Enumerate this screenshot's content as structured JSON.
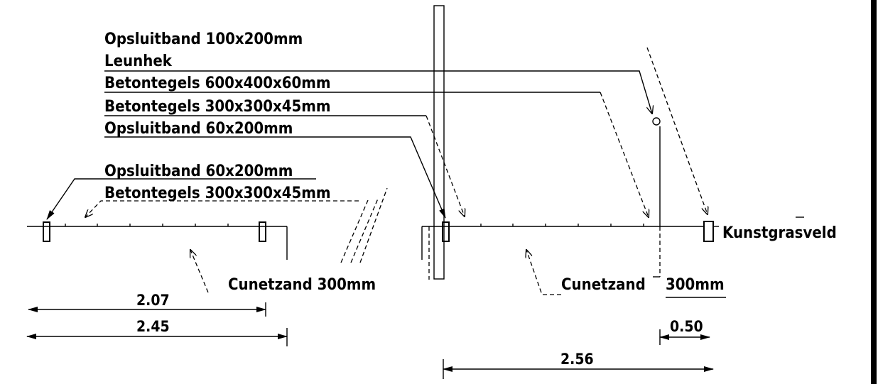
{
  "drawing": {
    "colors": {
      "line": "#000000",
      "background": "#ffffff"
    },
    "labels_right_section": [
      "Opsluitband 100x200mm",
      "Leunhek",
      "Betontegels 600x400x60mm",
      "Betontegels 300x300x45mm",
      "Opsluitband 60x200mm"
    ],
    "labels_left_section": [
      "Opsluitband 60x200mm",
      "Betontegels 300x300x45mm"
    ],
    "field_label": "Kunstgrasveld",
    "subbase_left": "Cunetzand 300mm",
    "subbase_right_text": "Cunetzand",
    "subbase_right_value": "300mm",
    "dimensions": {
      "left_inner": "2.07",
      "left_total": "2.45",
      "right_offset": "0.50",
      "right_total": "2.56"
    }
  }
}
